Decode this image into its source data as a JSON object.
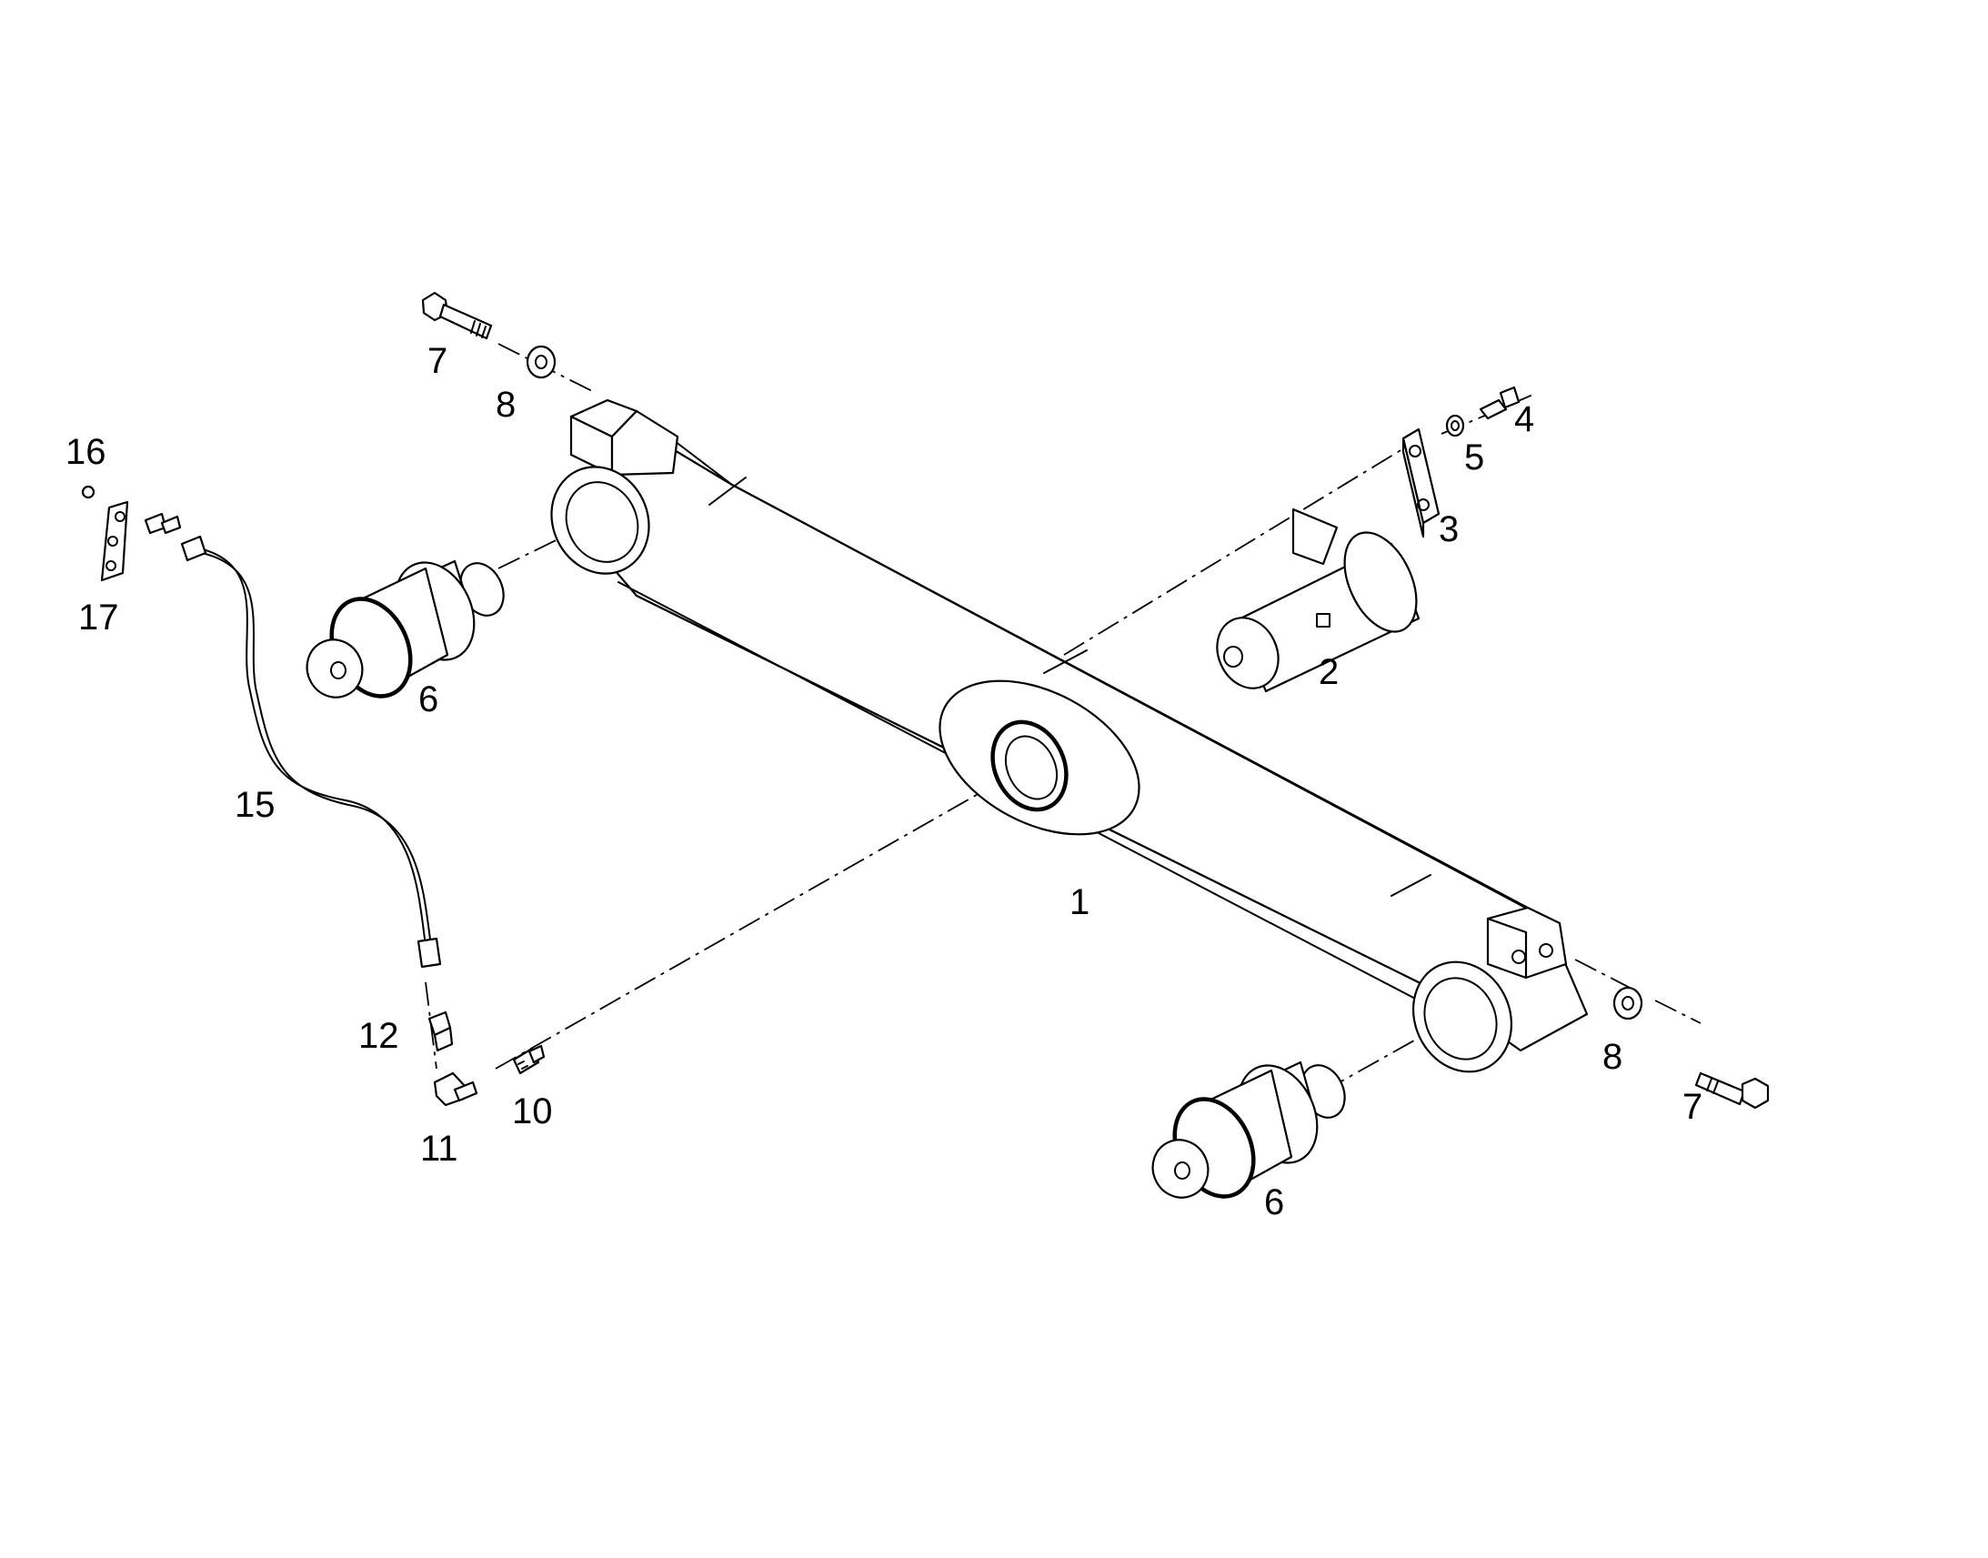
{
  "diagram": {
    "callouts": [
      {
        "id": "c1",
        "text": "1"
      },
      {
        "id": "c2",
        "text": "2"
      },
      {
        "id": "c3",
        "text": "3"
      },
      {
        "id": "c4",
        "text": "4"
      },
      {
        "id": "c5",
        "text": "5"
      },
      {
        "id": "c6a",
        "text": "6"
      },
      {
        "id": "c6b",
        "text": "6"
      },
      {
        "id": "c7a",
        "text": "7"
      },
      {
        "id": "c7b",
        "text": "7"
      },
      {
        "id": "c8a",
        "text": "8"
      },
      {
        "id": "c8b",
        "text": "8"
      },
      {
        "id": "c10",
        "text": "10"
      },
      {
        "id": "c11",
        "text": "11"
      },
      {
        "id": "c12",
        "text": "12"
      },
      {
        "id": "c15",
        "text": "15"
      },
      {
        "id": "c16",
        "text": "16"
      },
      {
        "id": "c17",
        "text": "17"
      }
    ],
    "line_color": "#000000",
    "background": "#ffffff"
  }
}
